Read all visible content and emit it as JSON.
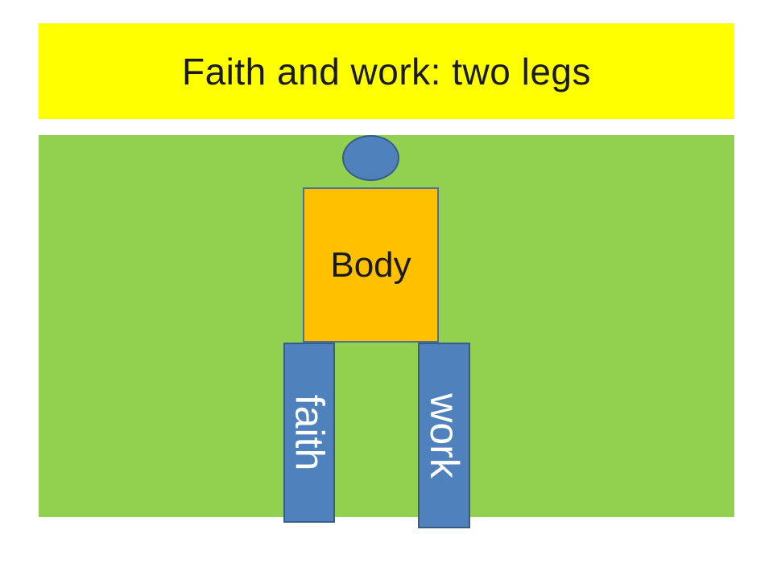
{
  "slide": {
    "title": "Faith and work: two legs"
  },
  "figure": {
    "body_label": "Body",
    "left_leg_label": "faith",
    "right_leg_label": "work"
  },
  "colors": {
    "title_background": "#ffff00",
    "field_background": "#92d050",
    "body_fill": "#ffc000",
    "head_and_legs_fill": "#4f81bd",
    "outline": "#385d8a",
    "leg_text": "#ffffff"
  }
}
